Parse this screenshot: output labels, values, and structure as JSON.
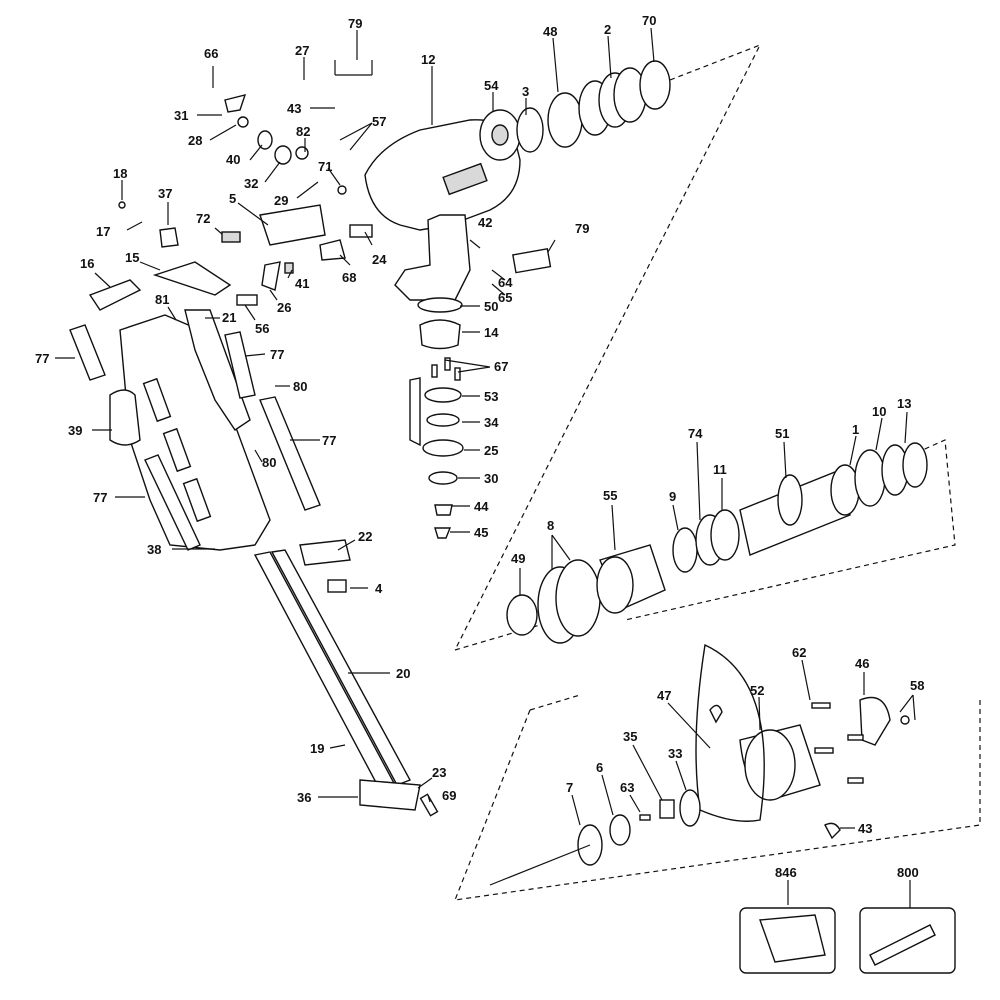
{
  "labels": [
    {
      "id": "p79a",
      "text": "79"
    },
    {
      "id": "p27",
      "text": "27"
    },
    {
      "id": "p66",
      "text": "66"
    },
    {
      "id": "p43a",
      "text": "43"
    },
    {
      "id": "p31",
      "text": "31"
    },
    {
      "id": "p57",
      "text": "57"
    },
    {
      "id": "p28",
      "text": "28"
    },
    {
      "id": "p82",
      "text": "82"
    },
    {
      "id": "p40",
      "text": "40"
    },
    {
      "id": "p32",
      "text": "32"
    },
    {
      "id": "p71",
      "text": "71"
    },
    {
      "id": "p29",
      "text": "29"
    },
    {
      "id": "p12",
      "text": "12"
    },
    {
      "id": "p54",
      "text": "54"
    },
    {
      "id": "p3",
      "text": "3"
    },
    {
      "id": "p48",
      "text": "48"
    },
    {
      "id": "p2",
      "text": "2"
    },
    {
      "id": "p70",
      "text": "70"
    },
    {
      "id": "p18",
      "text": "18"
    },
    {
      "id": "p37",
      "text": "37"
    },
    {
      "id": "p5",
      "text": "5"
    },
    {
      "id": "p72",
      "text": "72"
    },
    {
      "id": "p17",
      "text": "17"
    },
    {
      "id": "p42",
      "text": "42"
    },
    {
      "id": "p79b",
      "text": "79"
    },
    {
      "id": "p24",
      "text": "24"
    },
    {
      "id": "p16",
      "text": "16"
    },
    {
      "id": "p15",
      "text": "15"
    },
    {
      "id": "p41",
      "text": "41"
    },
    {
      "id": "p68",
      "text": "68"
    },
    {
      "id": "p64",
      "text": "64"
    },
    {
      "id": "p65",
      "text": "65"
    },
    {
      "id": "p81",
      "text": "81"
    },
    {
      "id": "p26",
      "text": "26"
    },
    {
      "id": "p50",
      "text": "50"
    },
    {
      "id": "p21",
      "text": "21"
    },
    {
      "id": "p56",
      "text": "56"
    },
    {
      "id": "p14",
      "text": "14"
    },
    {
      "id": "p77a",
      "text": "77"
    },
    {
      "id": "p77b",
      "text": "77"
    },
    {
      "id": "p67",
      "text": "67"
    },
    {
      "id": "p80a",
      "text": "80"
    },
    {
      "id": "p53",
      "text": "53"
    },
    {
      "id": "p39",
      "text": "39"
    },
    {
      "id": "p77c",
      "text": "77"
    },
    {
      "id": "p34",
      "text": "34"
    },
    {
      "id": "p25",
      "text": "25"
    },
    {
      "id": "p80b",
      "text": "80"
    },
    {
      "id": "p30",
      "text": "30"
    },
    {
      "id": "p77d",
      "text": "77"
    },
    {
      "id": "p44",
      "text": "44"
    },
    {
      "id": "p45",
      "text": "45"
    },
    {
      "id": "p38",
      "text": "38"
    },
    {
      "id": "p22",
      "text": "22"
    },
    {
      "id": "p4",
      "text": "4"
    },
    {
      "id": "p20",
      "text": "20"
    },
    {
      "id": "p19",
      "text": "19"
    },
    {
      "id": "p23",
      "text": "23"
    },
    {
      "id": "p36",
      "text": "36"
    },
    {
      "id": "p69",
      "text": "69"
    },
    {
      "id": "p74",
      "text": "74"
    },
    {
      "id": "p51",
      "text": "51"
    },
    {
      "id": "p1",
      "text": "1"
    },
    {
      "id": "p10",
      "text": "10"
    },
    {
      "id": "p13",
      "text": "13"
    },
    {
      "id": "p11",
      "text": "11"
    },
    {
      "id": "p9",
      "text": "9"
    },
    {
      "id": "p55",
      "text": "55"
    },
    {
      "id": "p8",
      "text": "8"
    },
    {
      "id": "p49",
      "text": "49"
    },
    {
      "id": "p62",
      "text": "62"
    },
    {
      "id": "p46",
      "text": "46"
    },
    {
      "id": "p58",
      "text": "58"
    },
    {
      "id": "p47",
      "text": "47"
    },
    {
      "id": "p52",
      "text": "52"
    },
    {
      "id": "p35",
      "text": "35"
    },
    {
      "id": "p33",
      "text": "33"
    },
    {
      "id": "p6",
      "text": "6"
    },
    {
      "id": "p7",
      "text": "7"
    },
    {
      "id": "p63",
      "text": "63"
    },
    {
      "id": "p43b",
      "text": "43"
    },
    {
      "id": "p846",
      "text": "846"
    },
    {
      "id": "p800",
      "text": "800"
    }
  ]
}
